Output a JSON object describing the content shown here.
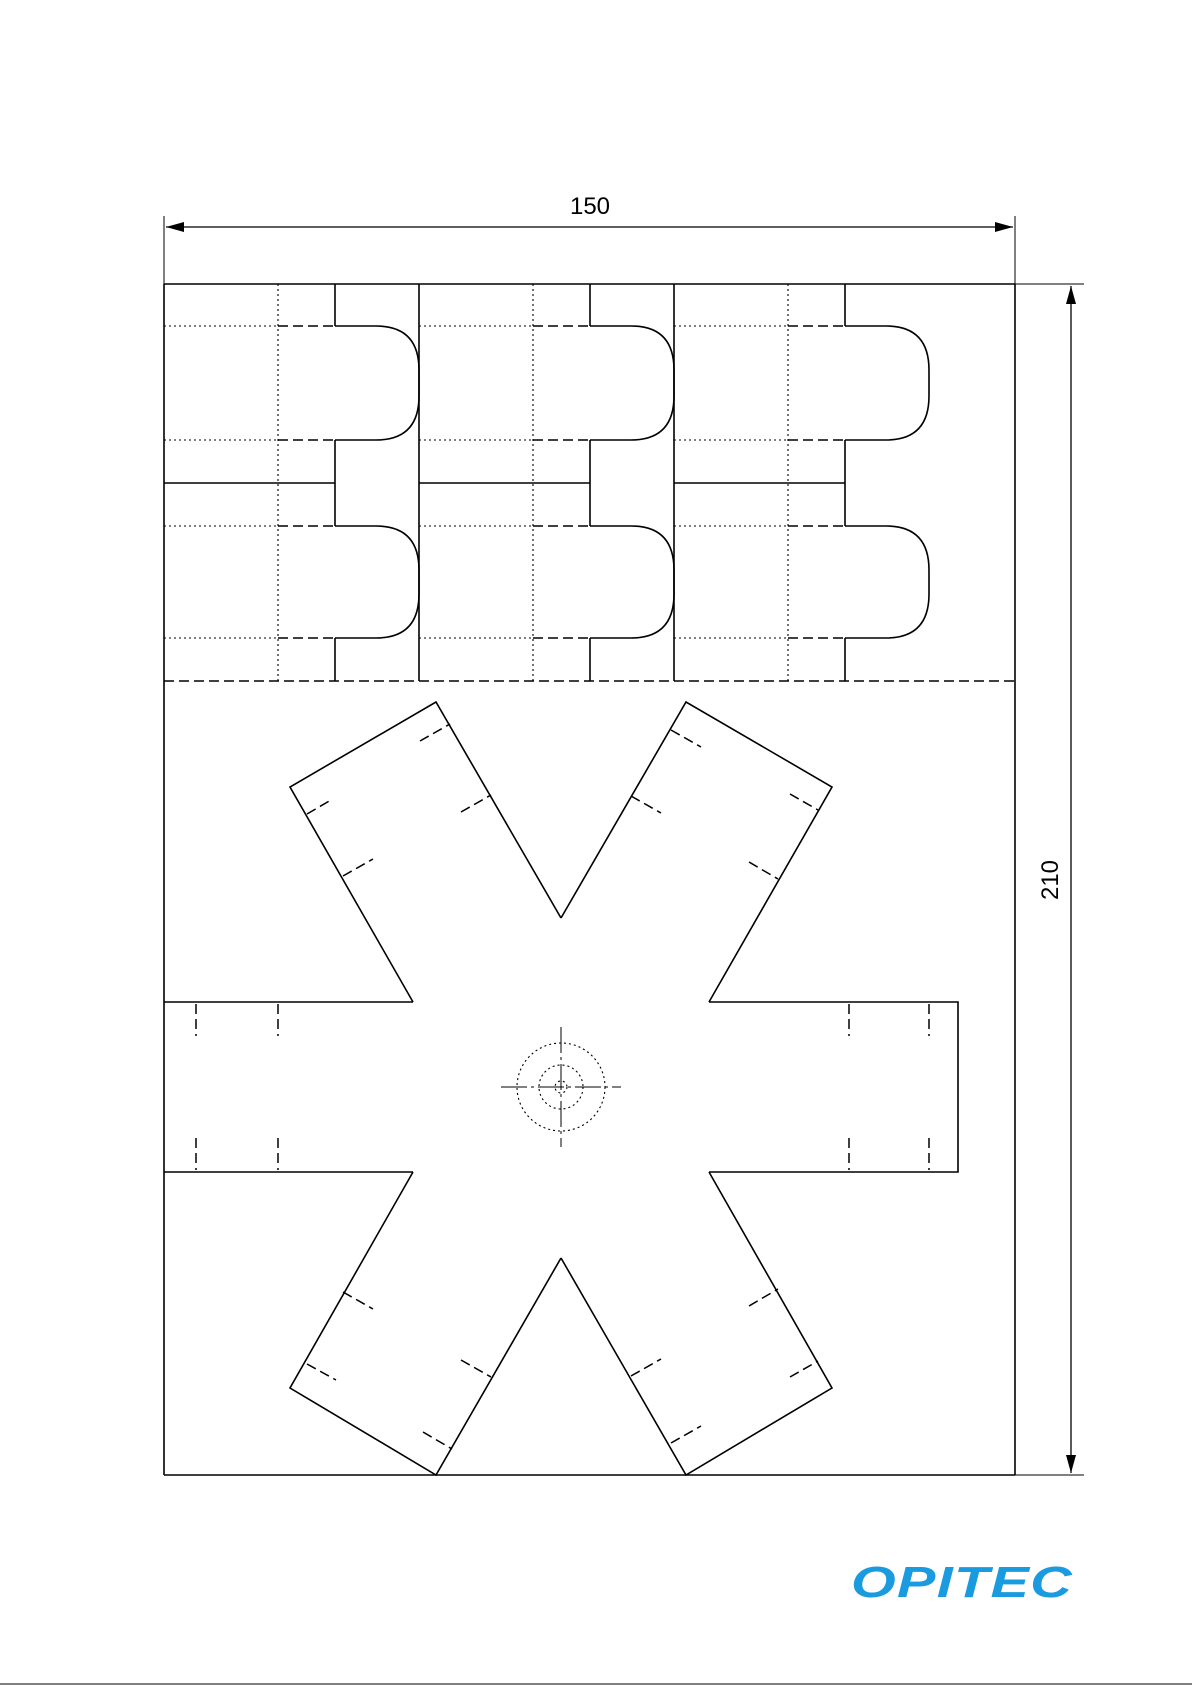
{
  "dimensions": {
    "width_label": "150",
    "height_label": "210"
  },
  "logo": {
    "text": "OPITEC",
    "color": "#1a9be0"
  },
  "colors": {
    "line": "#000000",
    "background": "#ffffff"
  }
}
